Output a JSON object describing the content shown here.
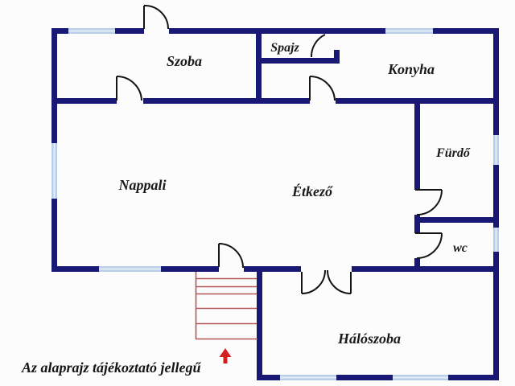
{
  "rooms": {
    "szoba": "Szoba",
    "spajz": "Spajz",
    "konyha": "Konyha",
    "nappali": "Nappali",
    "etkezo": "Étkező",
    "furdo": "Fürdő",
    "wc": "wc",
    "haloszoba": "Hálószoba"
  },
  "note": "Az alaprajz tájékoztató jellegű",
  "stairs": {
    "step_lines": 5
  },
  "colors": {
    "wall": "#191975",
    "window": "#b9cee8",
    "door_line": "#141414",
    "stairs_red": "#b25858",
    "arrow_red": "#d42020",
    "label_text": "#1a1a1a",
    "background": "#fcfcfc"
  }
}
